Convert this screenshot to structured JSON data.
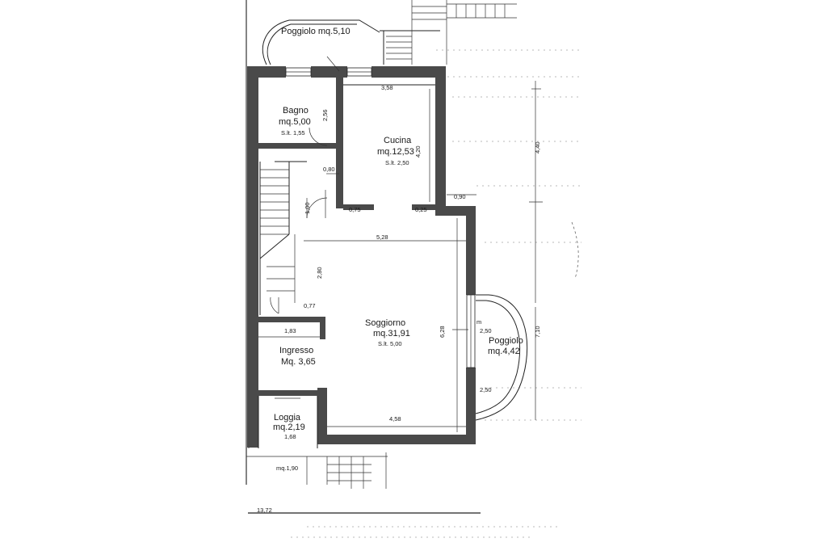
{
  "rooms": {
    "poggiolo_top": "Poggiolo mq.5,10",
    "bagno_name": "Bagno",
    "bagno_area": "mq.5,00",
    "bagno_height": "S.lt. 1,55",
    "cucina_name": "Cucina",
    "cucina_area": "mq.12,53",
    "cucina_height": "S.lt. 2,50",
    "soggiorno_name": "Soggiorno",
    "soggiorno_area": "mq.31,91",
    "soggiorno_height": "S.lt. 5,00",
    "ingresso_name": "Ingresso",
    "ingresso_area": "Mq. 3,65",
    "loggia_name": "Loggia",
    "loggia_area": "mq.2,19",
    "loggia_dim": "1,68",
    "poggiolo_right_name": "Poggiolo",
    "poggiolo_right_area": "mq.4,42",
    "bottom_area": "mq.1,90"
  },
  "dimensions": {
    "cucina_top": "3,58",
    "bagno_v": "2,56",
    "cucina_v": "4,20",
    "passage_v": "1,00",
    "passage_h": "0,80",
    "cucina_left_stub": "0,75",
    "cucina_right_stub": "0,25",
    "right_offset": "0,90",
    "overall_right": "4,40",
    "soggiorno_width": "5,28",
    "soggiorno_v_left": "2,80",
    "ingresso_stub": "0,77",
    "ingresso_width": "1,83",
    "soggiorno_v_right": "6,28",
    "window_h_top": "2,50",
    "window_h_bottom": "2,50",
    "window_m": "m",
    "poggiolo_v": "7,10",
    "soggiorno_bottom": "4,58",
    "total_length": "13,72"
  }
}
